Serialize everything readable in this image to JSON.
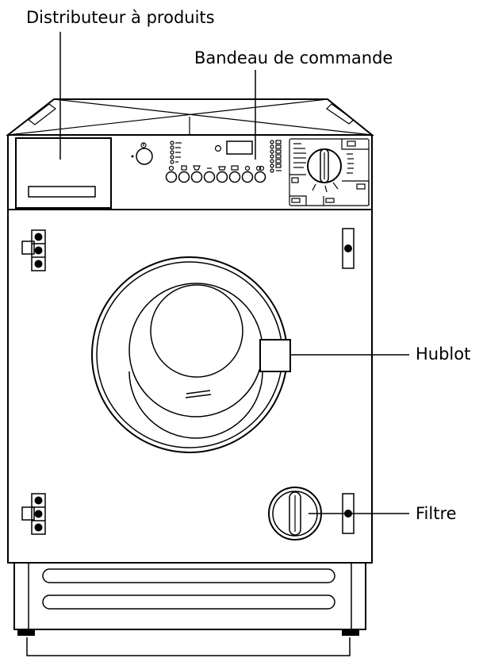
{
  "labels": {
    "dispenser": "Distributeur à produits",
    "control_panel": "Bandeau de commande",
    "door": "Hublot",
    "filter": "Filtre"
  },
  "colors": {
    "line": "#000000",
    "background": "#ffffff"
  }
}
